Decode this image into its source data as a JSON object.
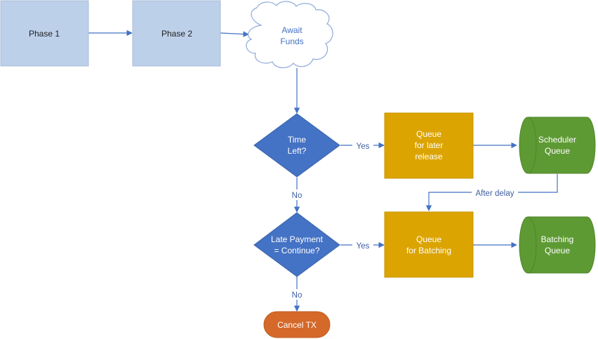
{
  "nodes": {
    "phase1": {
      "label": "Phase 1"
    },
    "phase2": {
      "label": "Phase 2"
    },
    "await_funds": {
      "lines": [
        "Await",
        "Funds"
      ]
    },
    "time_left": {
      "lines": [
        "Time",
        "Left?"
      ]
    },
    "late_payment": {
      "lines": [
        "Late Payment",
        "= Continue?"
      ]
    },
    "queue_later": {
      "lines": [
        "Queue",
        "for later",
        "release"
      ]
    },
    "queue_batching": {
      "lines": [
        "Queue",
        "for Batching"
      ]
    },
    "scheduler_queue": {
      "lines": [
        "Scheduler",
        "Queue"
      ]
    },
    "batching_queue": {
      "lines": [
        "Batching",
        "Queue"
      ]
    },
    "cancel_tx": {
      "label": "Cancel TX"
    }
  },
  "edges": {
    "time_left_yes": "Yes",
    "time_left_no": "No",
    "late_payment_yes": "Yes",
    "late_payment_no": "No",
    "after_delay": "After delay"
  },
  "colors": {
    "process_fill": "#bdd0e9",
    "process_stroke": "#a8bcd8",
    "decision_fill": "#4472c4",
    "decision_stroke": "#3a64ad",
    "queue_fill": "#dba400",
    "queue_stroke": "#c99600",
    "storage_fill": "#5e9a34",
    "storage_stroke": "#4e842b",
    "terminator_fill": "#d4692a",
    "terminator_stroke": "#bf5d24",
    "cloud_stroke": "#8eaadb",
    "connector": "#4472c4",
    "dark_text": "#1f1f1f",
    "light_text": "#ffffff",
    "cloud_text": "#4472c4"
  }
}
